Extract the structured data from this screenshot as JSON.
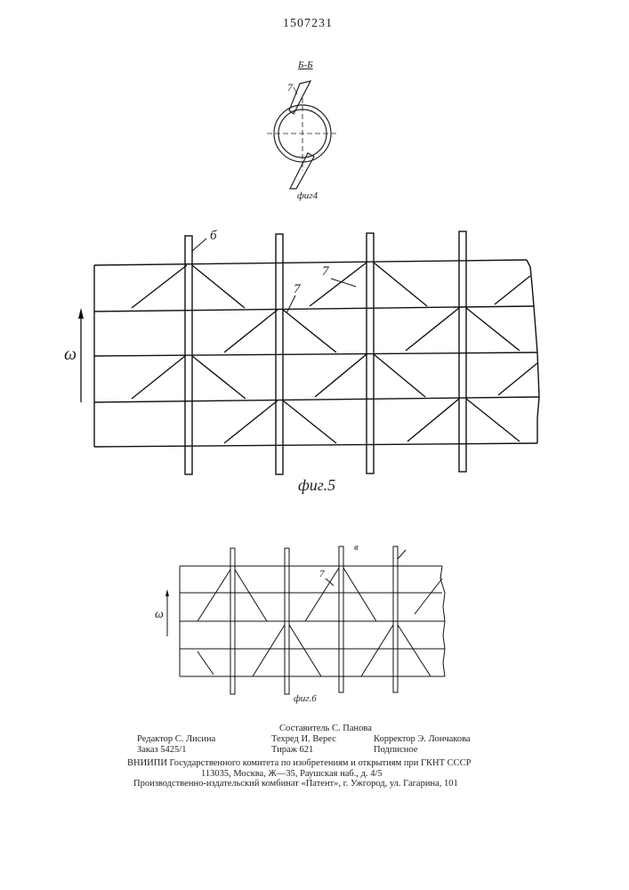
{
  "header": {
    "patent_number": "1507231"
  },
  "figure4": {
    "section_label": "Б-Б",
    "callout": "7",
    "caption": "фиг4"
  },
  "figure5": {
    "callout_b": "б",
    "callout_7a": "7",
    "callout_7b": "7",
    "caption": "фиг.5",
    "axis_label": "ω"
  },
  "figure6": {
    "callout_b": "в",
    "callout_7": "7",
    "caption": "фиг.6",
    "axis_label": "ω"
  },
  "footer": {
    "compiler": "Составитель С. Панова",
    "editor": "Редактор С. Лисина",
    "techred": "Техред И. Верес",
    "corrector": "Корректор Э. Лончакова",
    "order": "Заказ 5425/1",
    "circulation": "Тираж 621",
    "subscription": "Подписное",
    "vniipi": "ВНИИПИ Государственного комитета по изобретениям и открытиям при ГКНТ СССР",
    "address": "113035, Москва, Ж—35, Раушская наб., д. 4/5",
    "publisher": "Производственно-издательский комбинат «Патент», г. Ужгород, ул. Гагарина, 101"
  }
}
